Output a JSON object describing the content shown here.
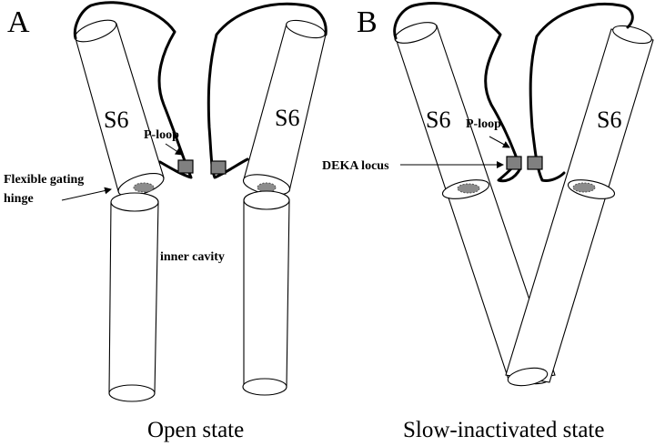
{
  "panels": {
    "a": {
      "letter": "A",
      "s6_left": "S6",
      "s6_right": "S6",
      "p_loop": "P-loop",
      "hinge_line1": "Flexible gating",
      "hinge_line2": "hinge",
      "cavity": "inner cavity",
      "caption": "Open state"
    },
    "b": {
      "letter": "B",
      "s6_left": "S6",
      "s6_right": "S6",
      "p_loop": "P-loop",
      "deka": "DEKA locus",
      "caption": "Slow-inactivated state"
    }
  },
  "colors": {
    "line": "#000000",
    "hinge_fill": "#8c8c8c",
    "locus_fill": "#808080"
  }
}
